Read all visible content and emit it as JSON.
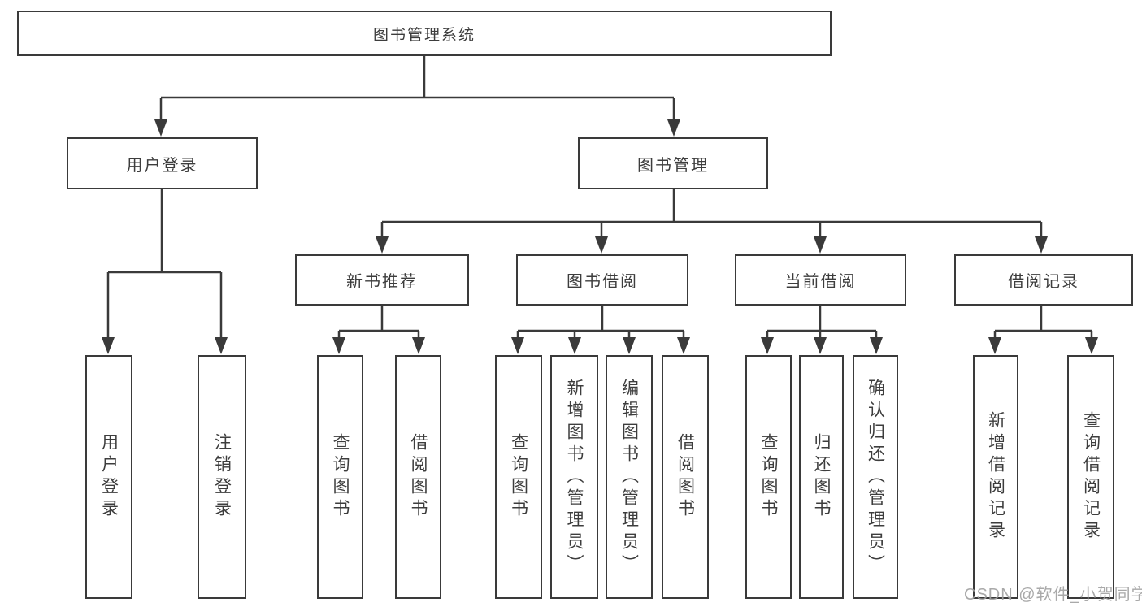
{
  "tree": {
    "root": {
      "label": "图书管理系统"
    },
    "branches": [
      {
        "label": "用户登录",
        "children": [
          {
            "label": "用户登录"
          },
          {
            "label": "注销登录"
          }
        ]
      },
      {
        "label": "图书管理",
        "children": [
          {
            "label": "新书推荐",
            "children": [
              {
                "label": "查询图书"
              },
              {
                "label": "借阅图书"
              }
            ]
          },
          {
            "label": "图书借阅",
            "children": [
              {
                "label": "查询图书"
              },
              {
                "label": "新增图书（管理员）"
              },
              {
                "label": "编辑图书（管理员）"
              },
              {
                "label": "借阅图书"
              }
            ]
          },
          {
            "label": "当前借阅",
            "children": [
              {
                "label": "查询图书"
              },
              {
                "label": "归还图书"
              },
              {
                "label": "确认归还（管理员）"
              }
            ]
          },
          {
            "label": "借阅记录",
            "children": [
              {
                "label": "新增借阅记录"
              },
              {
                "label": "查询借阅记录"
              }
            ]
          }
        ]
      }
    ]
  },
  "watermark": {
    "text": "CSDN @软件_小贺同学"
  },
  "colors": {
    "line": "#3a3a3a",
    "text": "#3d3d3d",
    "watermark": "#a0a0a0",
    "background": "#ffffff"
  }
}
